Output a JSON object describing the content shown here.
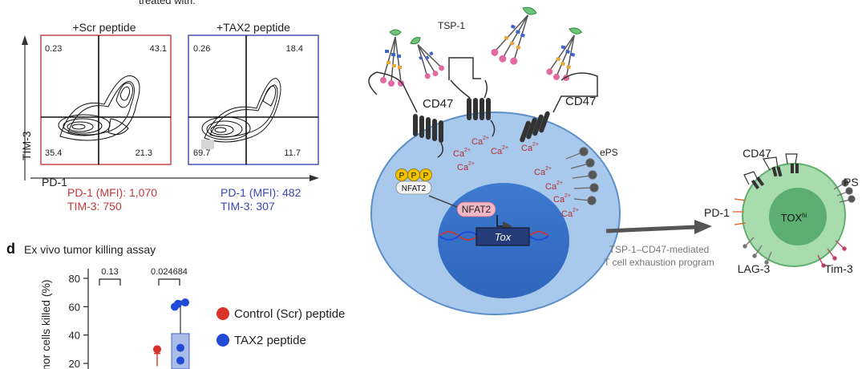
{
  "flow": {
    "cropped_heading": "treated with:",
    "y_axis_label": "TIM-3",
    "x_axis_label": "PD-1",
    "scr": {
      "title": "+Scr peptide",
      "q_tl": "0.23",
      "q_tr": "43.1",
      "q_bl": "35.4",
      "q_br": "21.3",
      "mfi_pd1": "PD-1 (MFI): 1,070",
      "mfi_tim3": "TIM-3: 750",
      "color": "#c0393b"
    },
    "tax2": {
      "title": "+TAX2 peptide",
      "q_tl": "0.26",
      "q_tr": "18.4",
      "q_bl": "69.7",
      "q_br": "11.7",
      "mfi_pd1": "PD-1 (MFI): 482",
      "mfi_tim3": "TIM-3: 307",
      "color": "#3b48b5"
    }
  },
  "killing": {
    "panel_letter": "d",
    "title": "Ex vivo tumor killing assay",
    "ylabel": "nor cells killed (%)",
    "legend": [
      {
        "label": "Control (Scr) peptide",
        "color": "#d9322b"
      },
      {
        "label": "TAX2 peptide",
        "color": "#1f49d6"
      }
    ]
  },
  "chart_data": {
    "type": "bar",
    "title": "Ex vivo tumor killing assay",
    "ylabel": "nor cells killed (%)",
    "yticks": [
      "80",
      "60",
      "40",
      "20"
    ],
    "ylim": [
      18,
      85
    ],
    "pvalues": [
      "0.13",
      "0.024684"
    ],
    "series": [
      {
        "name": "Control (Scr) peptide",
        "points": [
          30
        ]
      },
      {
        "name": "TAX2 peptide",
        "bar": 41,
        "error_upper": 64,
        "points": [
          62,
          63,
          60,
          31,
          22
        ]
      }
    ]
  },
  "mechanism": {
    "tsp1_label": "TSP-1",
    "cd47_left": "CD47",
    "cd47_right": "CD47",
    "ca_label": "Ca",
    "ca_charge": "2+",
    "nfat2_cyto": "NFAT2",
    "nfat2_nuc": "NFAT2",
    "p_label": "P",
    "tox_gene": "Tox",
    "eps_label": "ePS",
    "arrow_caption_1": "TSP-1–CD47-mediated",
    "arrow_caption_2": "T cell exhaustion program"
  },
  "exhausted_cell": {
    "cd47": "CD47",
    "ps": "PS",
    "pd1": "PD-1",
    "lag3": "LAG-3",
    "tim3": "Tim-3",
    "tox": "TOX",
    "tox_sup": "hi"
  }
}
